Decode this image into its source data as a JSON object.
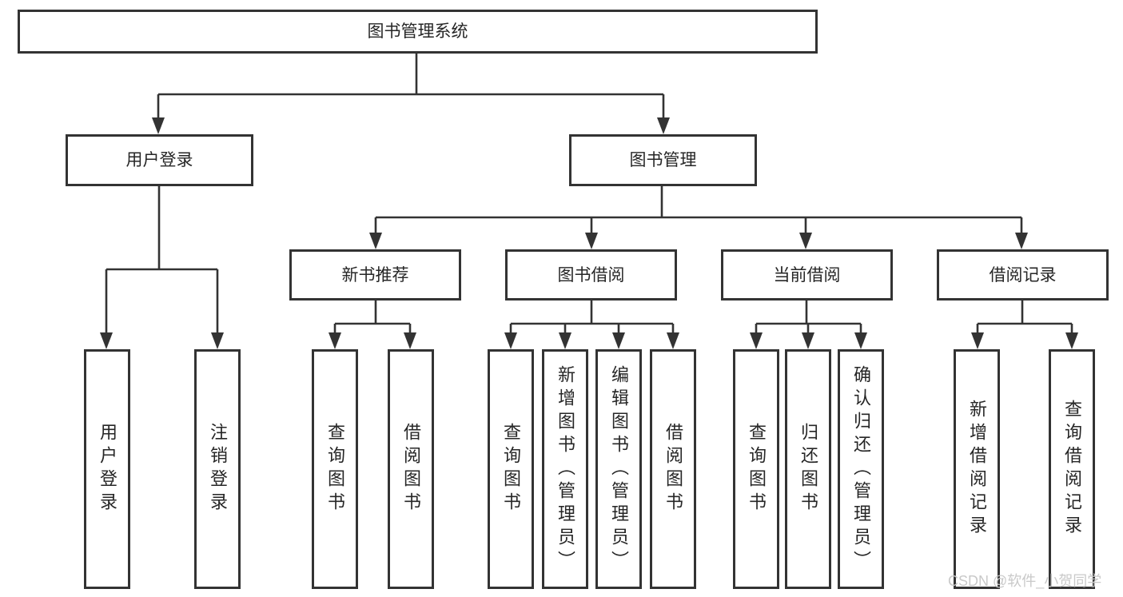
{
  "diagram": {
    "root": "图书管理系统",
    "branches": [
      {
        "label": "用户登录",
        "children": [
          "用户登录",
          "注销登录"
        ]
      },
      {
        "label": "图书管理",
        "children": [
          {
            "label": "新书推荐",
            "children": [
              "查询图书",
              "借阅图书"
            ]
          },
          {
            "label": "图书借阅",
            "children": [
              "查询图书",
              "新增图书（管理员）",
              "编辑图书（管理员）",
              "借阅图书"
            ]
          },
          {
            "label": "当前借阅",
            "children": [
              "查询图书",
              "归还图书",
              "确认归还（管理员）"
            ]
          },
          {
            "label": "借阅记录",
            "children": [
              "新增借阅记录",
              "查询借阅记录"
            ]
          }
        ]
      }
    ]
  },
  "watermark": "CSDN @软件_小贺同学",
  "colors": {
    "line": "#333333",
    "box_border": "#333333",
    "text": "#262626",
    "watermark": "#c9c9c9",
    "background": "#ffffff"
  }
}
